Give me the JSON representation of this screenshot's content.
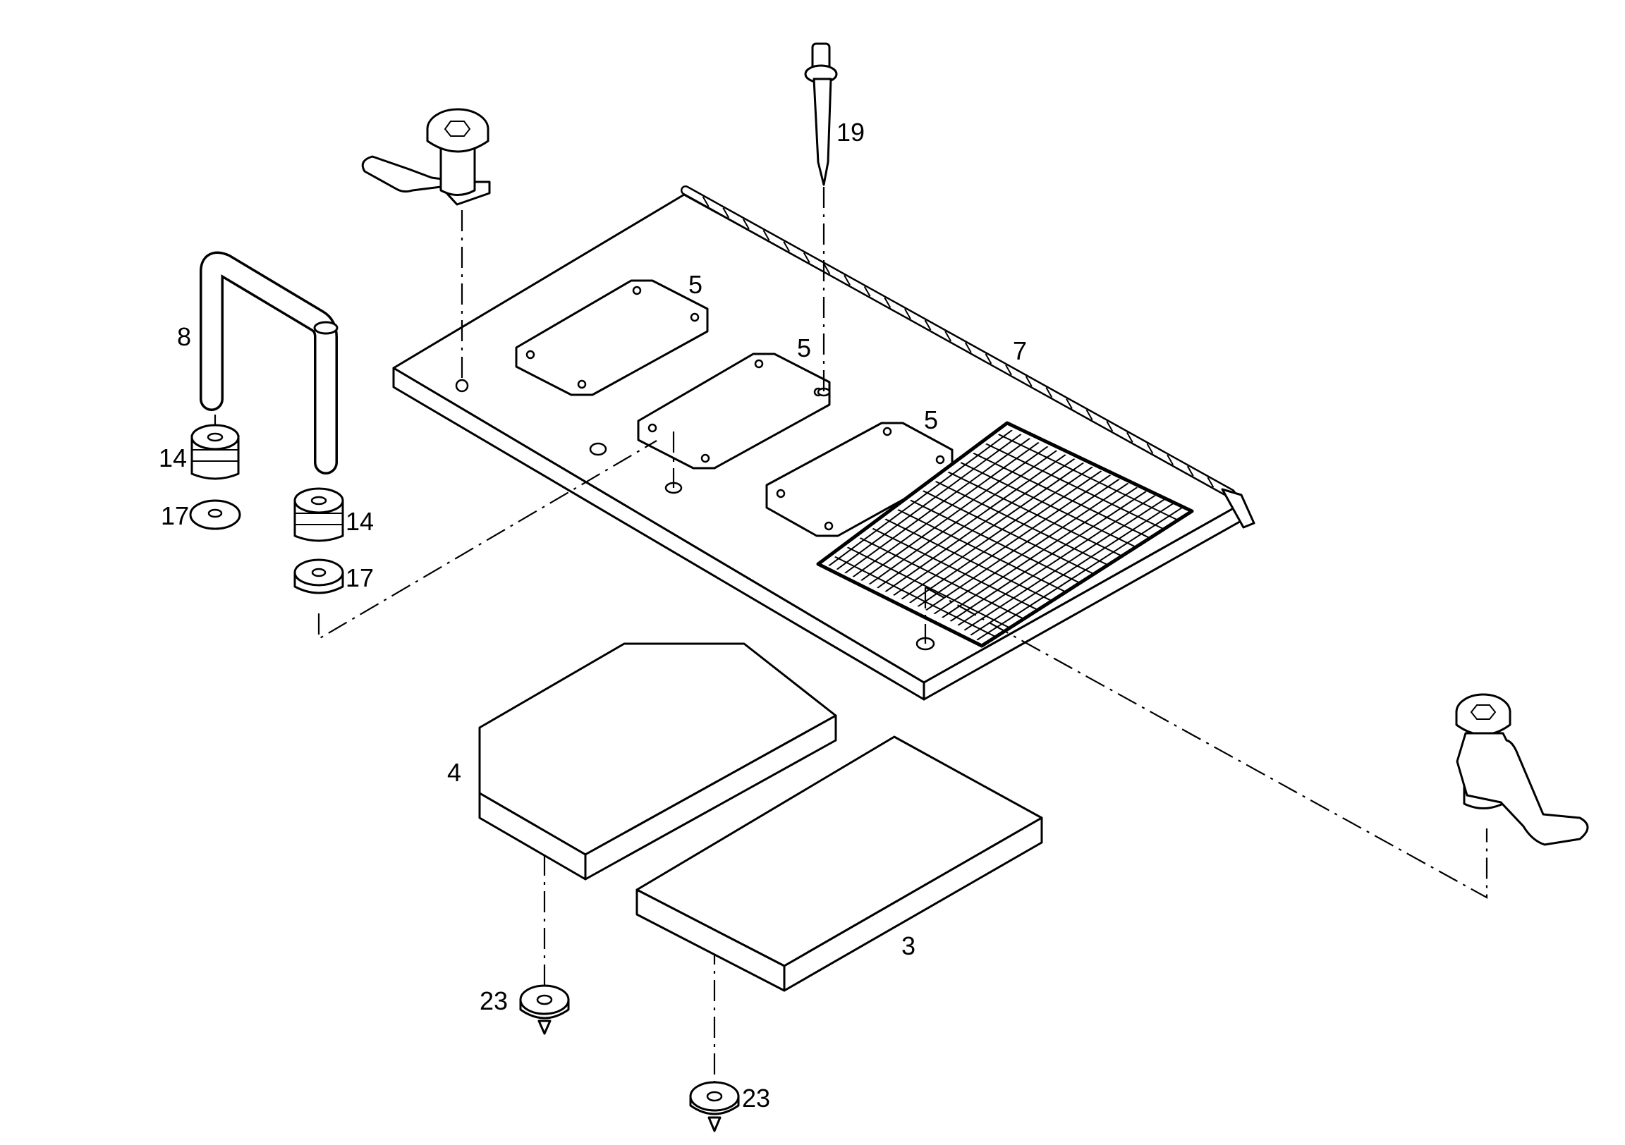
{
  "callouts": {
    "c19": "19",
    "c5a": "5",
    "c5b": "5",
    "c5c": "5",
    "c7": "7",
    "c8": "8",
    "c14a": "14",
    "c14b": "14",
    "c17a": "17",
    "c17b": "17",
    "c4": "4",
    "c3": "3",
    "c23a": "23",
    "c23b": "23"
  }
}
